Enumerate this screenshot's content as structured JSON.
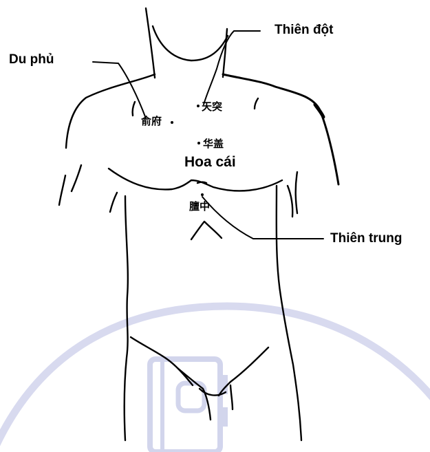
{
  "labels": {
    "thien_dot": "Thiên đột",
    "du_phu": "Du phủ",
    "hoa_cai": "Hoa cái",
    "thien_trung": "Thiên trung"
  },
  "chinese_labels": {
    "thien_dot": "天突",
    "hoa_cai": "华盖",
    "du_phu": "俞府",
    "thien_trung": "膻中"
  },
  "colors": {
    "ink": "#000000",
    "watermark": "#c7cbe8"
  },
  "watermark": {
    "icon": "notebook-logo-icon"
  }
}
